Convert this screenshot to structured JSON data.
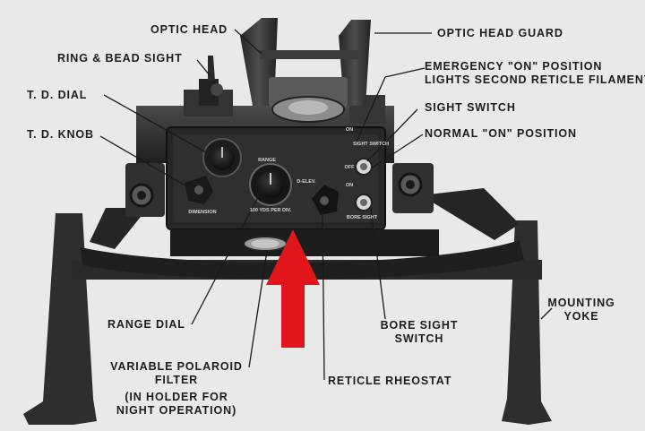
{
  "labels": {
    "optic_head": "OPTIC HEAD",
    "optic_head_guard": "OPTIC HEAD GUARD",
    "ring_bead_sight": "RING & BEAD SIGHT",
    "emergency_on_1": "EMERGENCY \"ON\" POSITION",
    "emergency_on_2": "LIGHTS SECOND RETICLE FILAMENT",
    "td_dial": "T. D. DIAL",
    "sight_switch": "SIGHT SWITCH",
    "td_knob": "T. D. KNOB",
    "normal_on": "NORMAL \"ON\" POSITION",
    "mounting_yoke_1": "MOUNTING",
    "mounting_yoke_2": "YOKE",
    "range_dial": "RANGE DIAL",
    "bore_sight_switch_1": "BORE SIGHT",
    "bore_sight_switch_2": "SWITCH",
    "variable_polaroid_1": "VARIABLE POLAROID",
    "variable_polaroid_2": "FILTER",
    "variable_polaroid_3": "(IN HOLDER FOR",
    "variable_polaroid_4": "NIGHT OPERATION)",
    "reticle_rheostat": "RETICLE RHEOSTAT"
  },
  "panel_markings": {
    "range": "RANGE",
    "elev": "D-ELEV.",
    "scale": "100 YDS PER DIV.",
    "dimension": "DIMENSION",
    "on_top": "ON",
    "off": "OFF",
    "on_bottom": "ON",
    "sight_switch": "SIGHT SWITCH",
    "bore_sight": "BORE SIGHT"
  },
  "colors": {
    "background": "#e9e9e7",
    "arrow": "#e0161a",
    "metal_dark": "#2a2a2a"
  }
}
